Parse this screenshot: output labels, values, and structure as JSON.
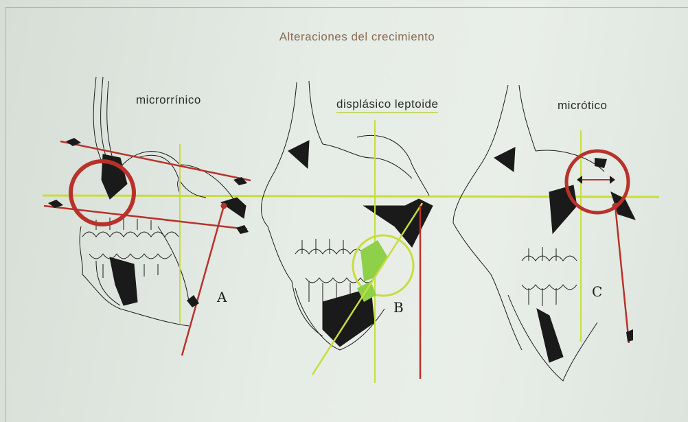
{
  "title": "Alteraciones del crecimiento",
  "panels": [
    {
      "label": "microrrínico",
      "letter": "A"
    },
    {
      "label": "displásico leptoide",
      "letter": "B"
    },
    {
      "label": "micrótico",
      "letter": "C"
    }
  ],
  "colors": {
    "accent_red": "#b8322a",
    "accent_yellow_green": "#c9dc3c",
    "fill_green": "#8fd04a",
    "ink": "#1a1a1a",
    "title_color": "#8a6b52"
  }
}
